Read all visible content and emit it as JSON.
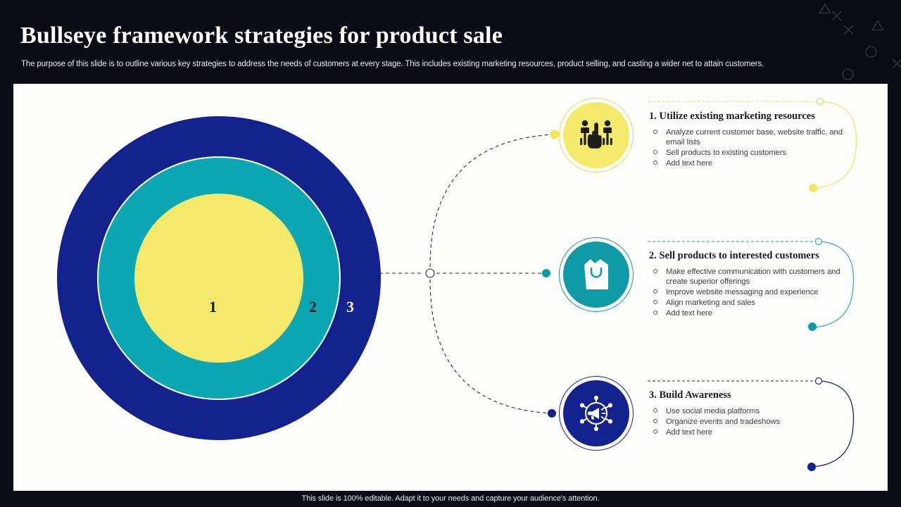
{
  "header": {
    "title": "Bullseye framework strategies for product sale",
    "subtitle": "The purpose of this slide is to outline various key strategies to address the needs of customers at every stage. This includes existing marketing resources, product selling, and casting a wider net to attain customers."
  },
  "footer": {
    "note": "This slide is 100% editable. Adapt it to your needs and capture your audience's attention."
  },
  "bullseye": {
    "rings": [
      {
        "label": "3",
        "color": "#13228c"
      },
      {
        "label": "2",
        "color": "#0da7b4"
      },
      {
        "label": "1",
        "color": "#f5e96b"
      }
    ]
  },
  "cards": [
    {
      "number": "1",
      "heading": "1. Utilize  existing marketing  resources",
      "icon": "people-pointing-hand-icon",
      "color": "#f5e96b",
      "bullets": [
        "Analyze  current customer base, website traffic,  and email lists",
        "Sell products to existing customers",
        "Add text here"
      ]
    },
    {
      "number": "2",
      "heading": "2. Sell products  to interested customers",
      "icon": "shopping-bag-icon",
      "color": "#109aa8",
      "bullets": [
        "Make  effective  communication with customers and create superior offerings",
        "Improve website messaging and experience",
        "Align marketing and sales",
        "Add text here"
      ]
    },
    {
      "number": "3",
      "heading": "3. Build Awareness",
      "icon": "megaphone-network-icon",
      "color": "#13228c",
      "bullets": [
        "Use social media platforms",
        "Organize events and tradeshows",
        "Add text here"
      ]
    }
  ],
  "colors": {
    "background": "#0b0b16",
    "canvas": "#fdfdfb",
    "yellow": "#f5e96b",
    "teal": "#0da7b4",
    "navy": "#13228c",
    "text_dark": "#1b1b24"
  }
}
